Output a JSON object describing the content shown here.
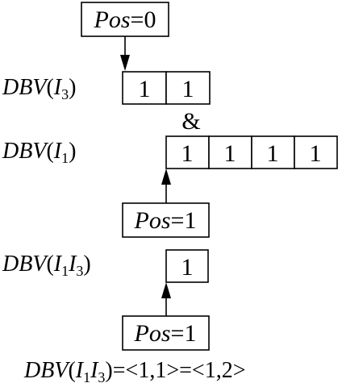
{
  "top_pointer": {
    "var": "Pos",
    "equals": "=",
    "value": "0"
  },
  "row_i3": {
    "label": {
      "name": "DBV",
      "open": "(",
      "i": "I",
      "sub": "3",
      "close": ")"
    },
    "cells": [
      "1",
      "1"
    ]
  },
  "operator": "&",
  "row_i1": {
    "label": {
      "name": "DBV",
      "open": "(",
      "i": "I",
      "sub": "1",
      "close": ")"
    },
    "cells": [
      "1",
      "1",
      "1",
      "1"
    ]
  },
  "mid_pointer": {
    "var": "Pos",
    "equals": "=",
    "value": "1"
  },
  "row_i1i3": {
    "label": {
      "name": "DBV",
      "open": "(",
      "i1": "I",
      "sub1": "1",
      "i2": "I",
      "sub2": "3",
      "close": ")"
    },
    "cells": [
      "1"
    ]
  },
  "bottom_pointer": {
    "var": "Pos",
    "equals": "=",
    "value": "1"
  },
  "formula": {
    "name": "DBV",
    "open": "(",
    "i1": "I",
    "sub1": "1",
    "i2": "I",
    "sub2": "3",
    "close": ")",
    "rest": "=<1,1>=<1,2>"
  }
}
